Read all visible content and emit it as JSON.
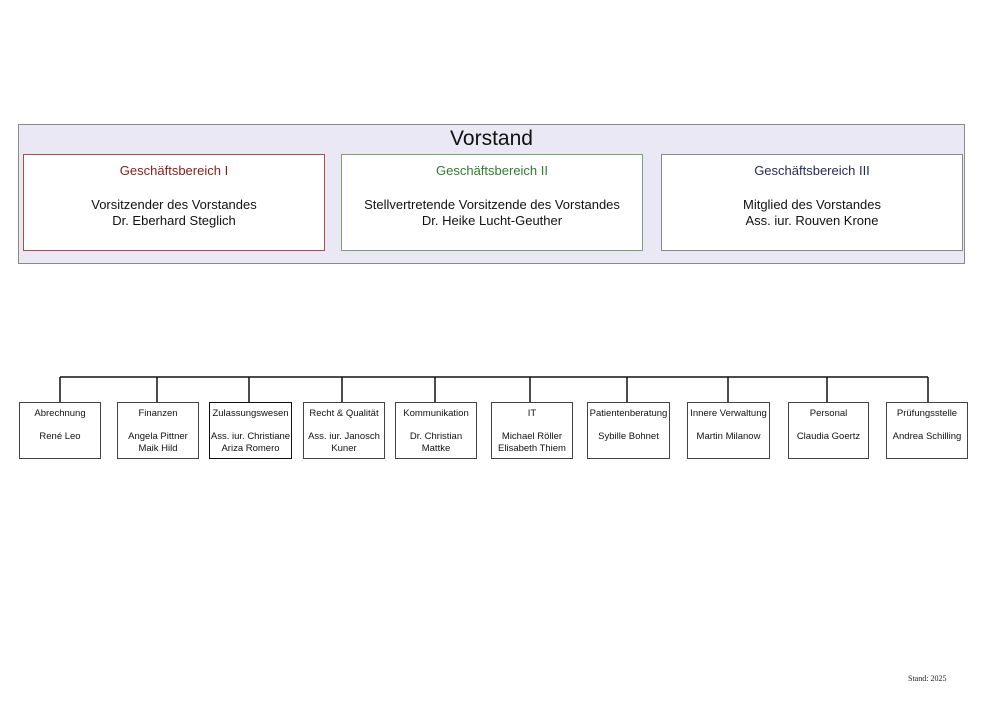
{
  "board": {
    "title": "Vorstand",
    "areas": [
      {
        "title": "Geschäftsbereich I",
        "title_color": "#8b1a1a",
        "border_color": "#b24a4a",
        "role": "Vorsitzender des Vorstandes",
        "person": "Dr. Eberhard Steglich"
      },
      {
        "title": "Geschäftsbereich II",
        "title_color": "#2f7d2f",
        "border_color": "#7aa07a",
        "role": "Stellvertretende Vorsitzende des Vorstandes",
        "person": "Dr. Heike Lucht-Geuther"
      },
      {
        "title": "Geschäftsbereich III",
        "title_color": "#1f2a5a",
        "border_color": "#888888",
        "role": "Mitglied des Vorstandes",
        "person": "Ass. iur. Rouven Krone"
      }
    ]
  },
  "departments": [
    {
      "name": "Abrechnung",
      "head": "René Leo"
    },
    {
      "name": "Finanzen",
      "head": "Angela Pittner\nMaik Hild"
    },
    {
      "name": "Zulassungswesen",
      "head": "Ass. iur. Christiane\nAriza Romero"
    },
    {
      "name": "Recht & Qualität",
      "head": "Ass. iur. Janosch\nKuner"
    },
    {
      "name": "Kommunikation",
      "head": "Dr. Christian\nMattke"
    },
    {
      "name": "IT",
      "head": "Michael Röller\nElisabeth Thiem"
    },
    {
      "name": "Patientenberatung",
      "head": "Sybille Bohnet"
    },
    {
      "name": "Innere Verwaltung",
      "head": "Martin Milanow"
    },
    {
      "name": "Personal",
      "head": "Claudia Goertz"
    },
    {
      "name": "Prüfungsstelle",
      "head": "Andrea Schilling"
    }
  ],
  "footer": {
    "stand": "Stand: 2025"
  }
}
